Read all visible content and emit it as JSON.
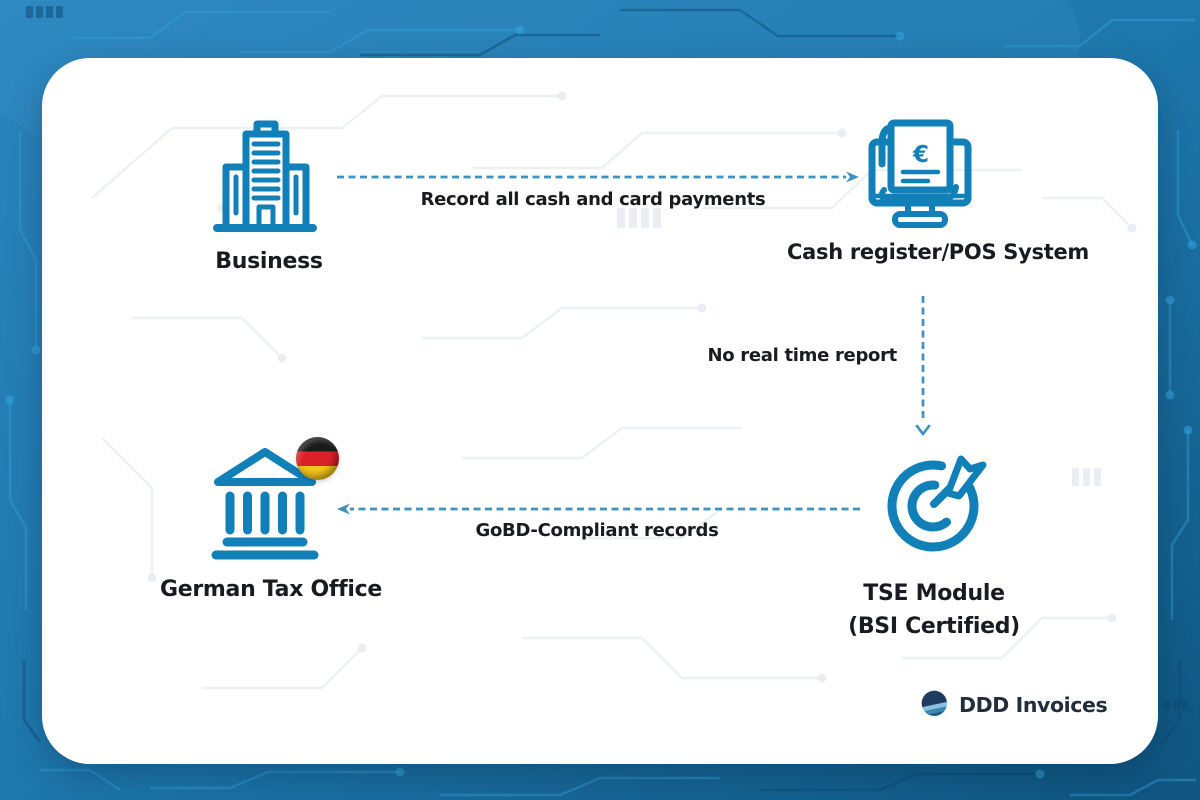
{
  "colors": {
    "icon_blue": "#1180b9",
    "arrow_blue": "#3d92c2",
    "text_dark": "#191b20",
    "card_bg": "#ffffff",
    "bg_top": "#2a85bd",
    "bg_mid": "#1e78ad",
    "bg_bottom": "#0f5580",
    "flag_black": "#1a1a1a",
    "flag_red": "#da2127",
    "flag_gold": "#f6c51d",
    "logo_navy": "#1d3c5f",
    "logo_text": "#222d3d"
  },
  "nodes": {
    "business": {
      "label": "Business",
      "icon": "building-icon"
    },
    "pos": {
      "label": "Cash register/POS System",
      "icon": "monitor-receipt-icon"
    },
    "tse": {
      "label": "TSE Module",
      "sublabel": "(BSI Certified)",
      "icon": "target-dart-icon"
    },
    "tax_office": {
      "label": "German Tax Office",
      "icon": "bank-icon",
      "badge": "german-flag-badge"
    }
  },
  "flows": {
    "record_payments": {
      "label": "Record all cash and card payments",
      "direction": "right"
    },
    "no_realtime": {
      "label": "No real time report",
      "direction": "down"
    },
    "gobd_records": {
      "label": "GoBD-Compliant records",
      "direction": "left"
    }
  },
  "branding": {
    "logo_text": "DDD Invoices"
  }
}
